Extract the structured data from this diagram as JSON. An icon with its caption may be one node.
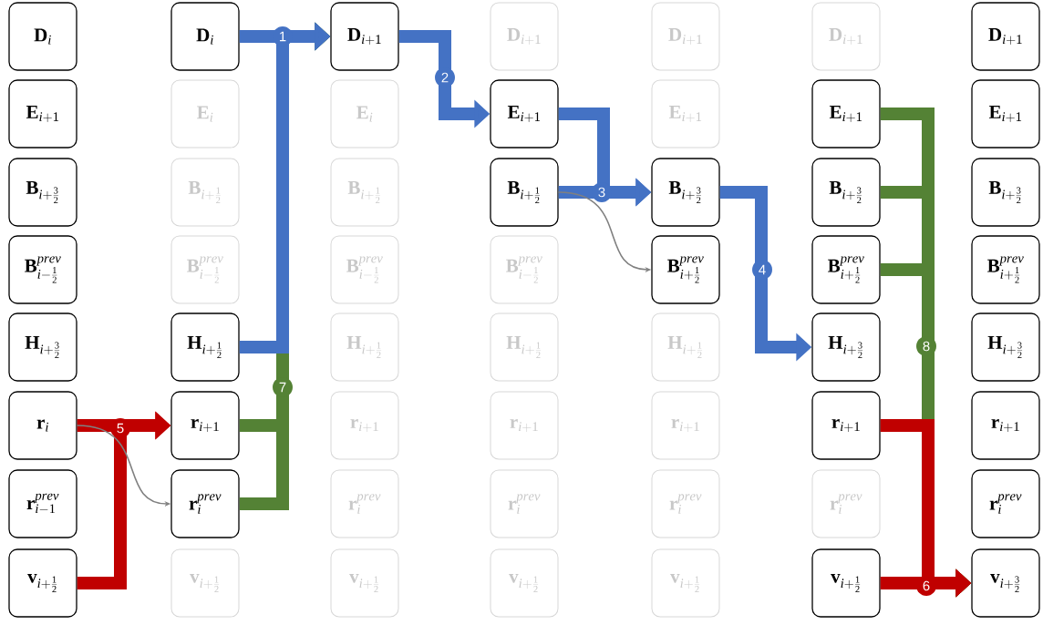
{
  "diagram": {
    "nodes": [
      {
        "text": [
          "\\mathbf{D}_{i}"
        ]
      },
      {
        "text": [
          "\\mathbf{E}_{i+1}"
        ]
      },
      {
        "text": [
          "\\mathbf{B}_{i+\\frac{3}{2}}"
        ]
      },
      {
        "text": [
          "\\mathbf{B}^{prev}_{i-\\frac{1}{2}}"
        ]
      },
      {
        "text": [
          "\\mathbf{H}_{i+\\frac{3}{2}}"
        ]
      },
      {
        "text": [
          "\\mathbf{r}_{i}"
        ]
      },
      {
        "text": [
          "\\mathbf{r}^{prev}_{i-1}"
        ]
      },
      {
        "text": [
          "\\mathbf{v}_{i+\\frac{1}{2}}"
        ]
      },
      {
        "text": [
          "\\mathbf{D}_{i}"
        ]
      },
      {
        "text": [
          "\\mathbf{E}_{i}"
        ]
      },
      {
        "text": [
          "\\mathbf{B}_{i+\\frac{1}{2}}"
        ]
      },
      {
        "text": [
          "\\mathbf{B}^{prev}_{i-\\frac{1}{2}}"
        ]
      },
      {
        "text": [
          "\\mathbf{H}_{i+\\frac{1}{2}}"
        ]
      },
      {
        "text": [
          "\\mathbf{r}_{i+1}"
        ]
      },
      {
        "text": [
          "\\mathbf{r}^{prev}_{i}"
        ]
      },
      {
        "text": [
          "\\mathbf{v}_{i+\\frac{1}{2}}"
        ]
      },
      {
        "text": [
          "\\mathbf{D}_{i+1}"
        ]
      },
      {
        "text": [
          "\\mathbf{E}_{i}"
        ]
      },
      {
        "text": [
          "\\mathbf{B}_{i+\\frac{1}{2}}"
        ]
      },
      {
        "text": [
          "\\mathbf{B}^{prev}_{i-\\frac{1}{2}}"
        ]
      },
      {
        "text": [
          "\\mathbf{H}_{i+\\frac{1}{2}}"
        ]
      },
      {
        "text": [
          "\\mathbf{r}_{i+1}"
        ]
      },
      {
        "text": [
          "\\mathbf{r}^{prev}_{i}"
        ]
      },
      {
        "text": [
          "\\mathbf{v}_{i+\\frac{1}{2}}"
        ]
      },
      {
        "text": [
          "\\mathbf{D}_{i+1}"
        ]
      },
      {
        "text": [
          "\\mathbf{E}_{i+1}"
        ]
      },
      {
        "text": [
          "\\mathbf{B}_{i+\\frac{1}{2}}"
        ]
      },
      {
        "text": [
          "\\mathbf{B}^{prev}_{i-\\frac{1}{2}}"
        ]
      },
      {
        "text": [
          "\\mathbf{H}_{i+\\frac{1}{2}}"
        ]
      },
      {
        "text": [
          "\\mathbf{r}_{i+1}"
        ]
      },
      {
        "text": [
          "\\mathbf{r}^{prev}_{i}"
        ]
      },
      {
        "text": [
          "\\mathbf{v}_{i+\\frac{1}{2}}"
        ]
      },
      {
        "text": [
          "\\mathbf{D}_{i+1}"
        ]
      },
      {
        "text": [
          "\\mathbf{E}_{i+1}"
        ]
      },
      {
        "text": [
          "\\mathbf{B}_{i+\\frac{3}{2}}"
        ]
      },
      {
        "text": [
          "\\mathbf{B}^{prev}_{i+\\frac{1}{2}}"
        ]
      },
      {
        "text": [
          "\\mathbf{H}_{i+\\frac{1}{2}}"
        ]
      },
      {
        "text": [
          "\\mathbf{r}_{i+1}"
        ]
      },
      {
        "text": [
          "\\mathbf{r}^{prev}_{i}"
        ]
      },
      {
        "text": [
          "\\mathbf{v}_{i+\\frac{1}{2}}"
        ]
      },
      {
        "text": [
          "\\mathbf{D}_{i+1}"
        ]
      },
      {
        "text": [
          "\\mathbf{E}_{i+1}"
        ]
      },
      {
        "text": [
          "\\mathbf{B}_{i+\\frac{3}{2}}"
        ]
      },
      {
        "text": [
          "\\mathbf{B}^{prev}_{i+\\frac{1}{2}}"
        ]
      },
      {
        "text": [
          "\\mathbf{H}_{i+\\frac{3}{2}}"
        ]
      },
      {
        "text": [
          "\\mathbf{r}_{i+\\mathbf{1}}"
        ]
      },
      {
        "text": [
          "\\mathbf{r}^{prev}_{i}"
        ]
      },
      {
        "text": [
          "\\mathbf{v}_{i+\\frac{1}{2}}"
        ]
      },
      {
        "text": [
          "\\mathbf{D}_{i+1}"
        ]
      },
      {
        "text": [
          "\\mathbf{E}_{i+1}"
        ]
      },
      {
        "text": [
          "\\mathbf{B}_{i+\\frac{3}{2}}"
        ]
      },
      {
        "text": [
          "\\mathbf{B}^{prev}_{i+\\frac{1}{2}}"
        ]
      },
      {
        "text": [
          "\\mathbf{H}_{i+\\frac{3}{2}}"
        ]
      },
      {
        "text": [
          "\\mathbf{r}_{i+\\mathbf{1}}"
        ]
      },
      {
        "text": [
          "\\mathbf{r}^{prev}_{i}"
        ]
      },
      {
        "text": [
          "\\mathbf{v}_{i+\\frac{3}{2}}"
        ]
      }
    ],
    "edges": [
      {
        "from": 8,
        "to": 16,
        "arrow": "to",
        "label": "1"
      },
      {
        "from": 12,
        "to": 16,
        "arrow": "to"
      },
      {
        "from": 16,
        "to": 25,
        "arrow": "to",
        "label": "2"
      },
      {
        "from": 25,
        "to": 34,
        "arrow": "to"
      },
      {
        "from": 26,
        "to": 34,
        "arrow": "to",
        "label": "3"
      },
      {
        "from": 34,
        "to": 44,
        "arrow": "to",
        "label": "4"
      },
      {
        "from": 5,
        "to": 13,
        "arrow": "to",
        "color": "#c00000",
        "label": "5"
      },
      {
        "from": 7,
        "to": 13,
        "arrow": "to",
        "color": "#c00000"
      },
      {
        "from": 13,
        "to": 16,
        "arrow": "to",
        "color": "#548235",
        "label": "7"
      },
      {
        "from": 14,
        "to": 16,
        "arrow": "to",
        "color": "#548235"
      },
      {
        "from": 41,
        "to": 55,
        "arrow": "to",
        "color": "#548235",
        "label": "8"
      },
      {
        "from": 42,
        "to": 55,
        "arrow": "to",
        "color": "#548235"
      },
      {
        "from": 43,
        "to": 55,
        "arrow": "to",
        "color": "#548235"
      },
      {
        "from": 45,
        "to": 55,
        "arrow": "to",
        "color": "#c00000"
      },
      {
        "from": 47,
        "to": 55,
        "arrow": "to",
        "color": "#c00000",
        "label": "6"
      },
      {
        "from": 26,
        "to": 35,
        "arrow": "to",
        "color": "#808080"
      },
      {
        "from": 5,
        "to": 14,
        "arrow": "to",
        "color": "#808080"
      }
    ]
  }
}
